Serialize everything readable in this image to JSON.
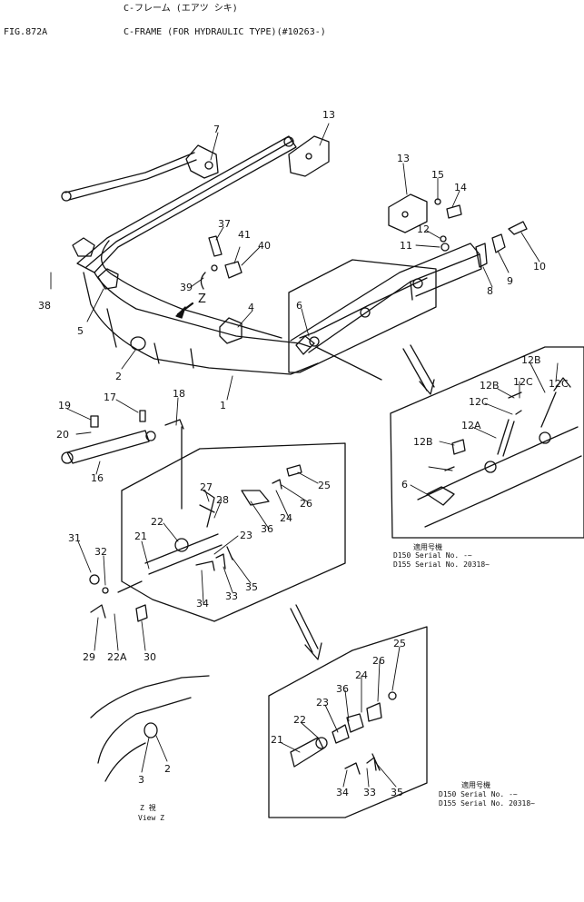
{
  "header": {
    "fig_no": "FIG.872A",
    "title_jp": "C-フレーム (エアツ シキ)",
    "title_en": "C-FRAME (FOR HYDRAULIC TYPE)(#10263-)"
  },
  "view": {
    "arrow_label": "Z",
    "caption_jp": "Z 視",
    "caption_en": "View Z"
  },
  "serial_notes": {
    "header": "適用号機",
    "lines": [
      "D150 Serial No. -~",
      "D155 Serial No. 20318~"
    ]
  },
  "part_numbers": [
    "1",
    "2",
    "3",
    "4",
    "5",
    "6",
    "7",
    "8",
    "9",
    "10",
    "11",
    "12",
    "12A",
    "12B",
    "12C",
    "13",
    "14",
    "15",
    "16",
    "17",
    "18",
    "19",
    "20",
    "21",
    "22",
    "22A",
    "23",
    "24",
    "25",
    "26",
    "27",
    "28",
    "29",
    "30",
    "31",
    "32",
    "33",
    "34",
    "35",
    "36",
    "37",
    "38",
    "39",
    "40",
    "41"
  ],
  "callouts": {
    "frame_main": [
      "13",
      "7",
      "38",
      "5",
      "2",
      "4",
      "1",
      "39",
      "37",
      "41",
      "40",
      "6",
      "13",
      "15",
      "14",
      "12",
      "11",
      "9",
      "10",
      "8"
    ],
    "cylinder": [
      "19",
      "17",
      "18",
      "20",
      "16"
    ],
    "detail_1": [
      "27",
      "28",
      "22",
      "21",
      "31",
      "32",
      "29",
      "22A",
      "30",
      "23",
      "36",
      "24",
      "26",
      "25",
      "34",
      "33",
      "35"
    ],
    "detail_right": [
      "12B",
      "12C",
      "12A",
      "12B",
      "12C",
      "12C",
      "12B",
      "6"
    ],
    "detail_2": [
      "25",
      "26",
      "24",
      "36",
      "23",
      "22",
      "21",
      "34",
      "33",
      "35"
    ],
    "view_z": [
      "2",
      "3"
    ]
  }
}
